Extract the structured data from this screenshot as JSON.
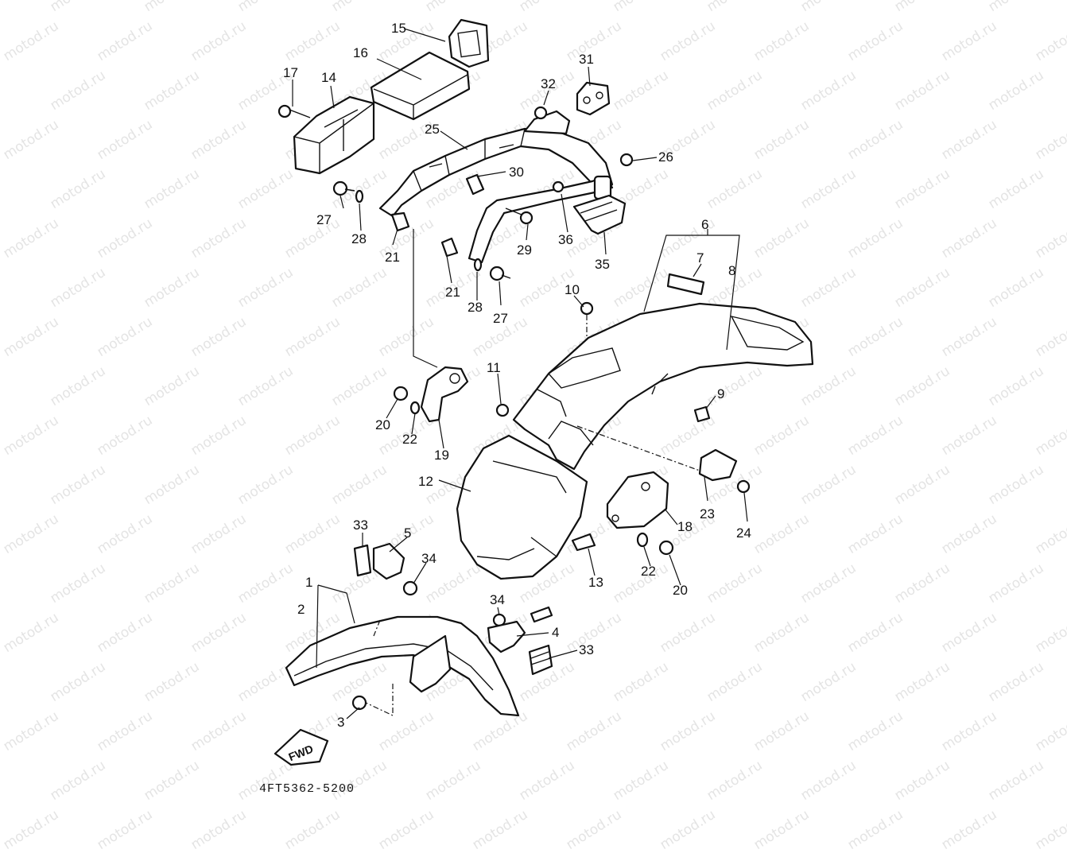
{
  "diagram": {
    "watermark_text": "motod.ru",
    "part_code": "4FT5362-5200",
    "fwd_label": "FWD",
    "callouts": [
      "1",
      "2",
      "3",
      "4",
      "5",
      "6",
      "7",
      "8",
      "9",
      "10",
      "11",
      "12",
      "13",
      "14",
      "15",
      "16",
      "17",
      "18",
      "19",
      "20",
      "20",
      "21",
      "21",
      "22",
      "22",
      "23",
      "24",
      "25",
      "26",
      "27",
      "27",
      "28",
      "28",
      "29",
      "30",
      "31",
      "32",
      "33",
      "33",
      "34",
      "34",
      "35",
      "36"
    ]
  }
}
